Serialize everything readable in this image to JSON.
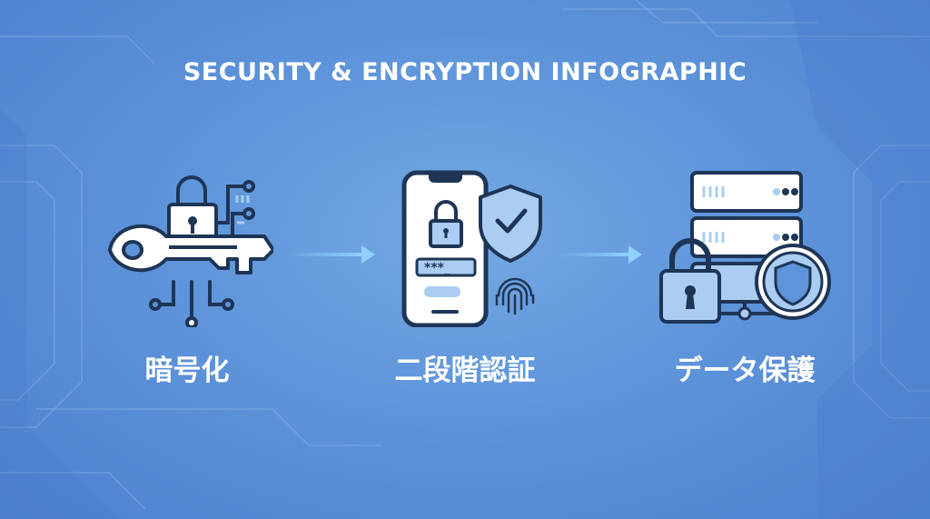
{
  "title": "SECURITY & ENCRYPTION INFOGRAPHIC",
  "steps": [
    {
      "label": "暗号化",
      "icon": "key-lock-circuit-icon"
    },
    {
      "label": "二段階認証",
      "icon": "phone-shield-fingerprint-icon",
      "password_mask": "***_"
    },
    {
      "label": "データ保護",
      "icon": "server-lock-shield-icon"
    }
  ],
  "colors": {
    "outline": "#1e3556",
    "fill_light": "#aacdf1",
    "white": "#ffffff",
    "arrow": "#8fd0ff"
  }
}
